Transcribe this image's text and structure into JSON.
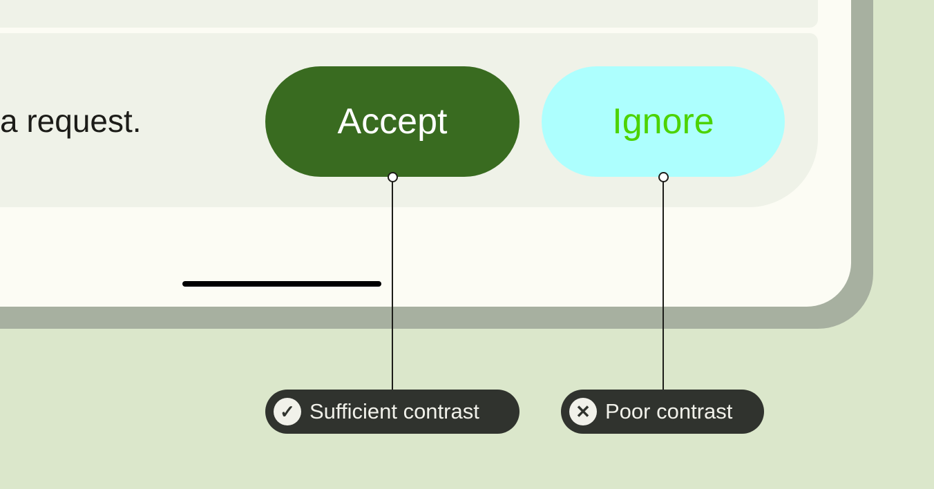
{
  "message": "a request.",
  "buttons": {
    "accept": "Accept",
    "ignore": "Ignore"
  },
  "annotations": {
    "good": {
      "label": "Sufficient contrast",
      "icon": "check-icon"
    },
    "bad": {
      "label": "Poor contrast",
      "icon": "close-icon"
    }
  },
  "colors": {
    "accept_bg": "#396b20",
    "accept_text": "#ffffff",
    "ignore_bg": "#adfffe",
    "ignore_text": "#4cd300"
  }
}
